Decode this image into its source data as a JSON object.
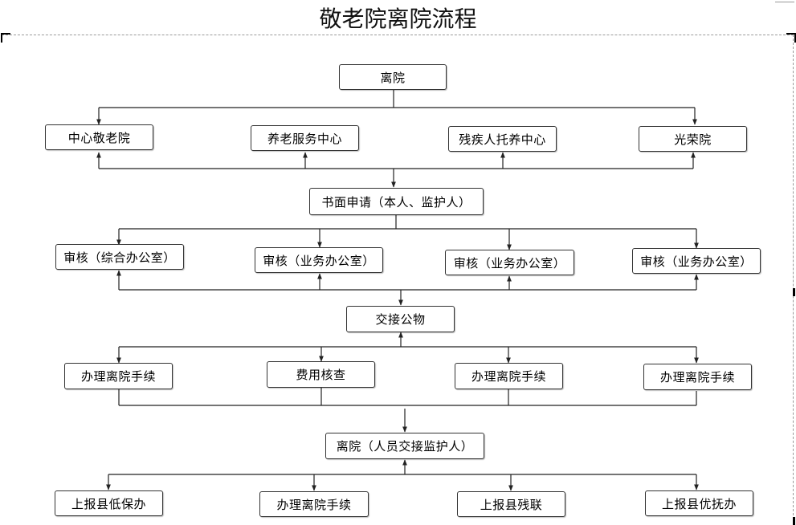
{
  "title": "敬老院离院流程",
  "row1": {
    "leave": "离院"
  },
  "row2": {
    "nursing_home": "中心敬老院",
    "elderly_service": "养老服务中心",
    "disabled_care": "残疾人托养中心",
    "honor_home": "光荣院"
  },
  "row3": {
    "written_application": "书面申请（本人、监护人）"
  },
  "row4": {
    "review_general": "审核（综合办公室）",
    "review_business_1": "审核（业务办公室）",
    "review_business_2": "审核（业务办公室）",
    "review_business_3": "审核（业务办公室）"
  },
  "row5": {
    "handover_property": "交接公物"
  },
  "row6": {
    "discharge_procedure_1": "办理离院手续",
    "fee_check": "费用核查",
    "discharge_procedure_2": "办理离院手续",
    "discharge_procedure_3": "办理离院手续"
  },
  "row7": {
    "leave_with_guardian": "离院（人员交接监护人）"
  },
  "row8": {
    "report_low_income": "上报县低保办",
    "discharge_procedure_4": "办理离院手续",
    "report_disabled_fed": "上报县残联",
    "report_veterans": "上报县优抚办"
  },
  "colors": {
    "line": "#222222",
    "border": "#333333",
    "background": "#ffffff"
  }
}
